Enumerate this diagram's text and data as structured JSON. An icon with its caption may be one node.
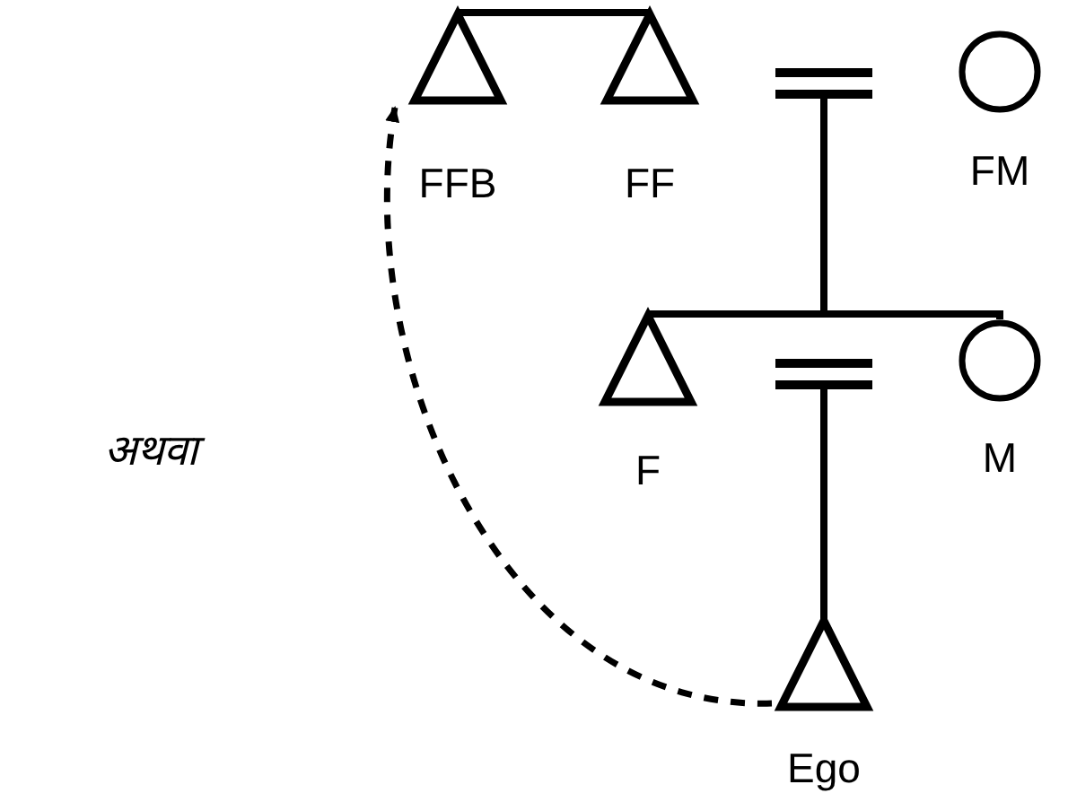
{
  "diagram": {
    "nodes": [
      {
        "text": [
          "FFB"
        ]
      },
      {
        "text": [
          "FF"
        ]
      },
      {
        "text": [],
        "shape": "bar"
      },
      {
        "text": [
          "FM"
        ]
      },
      {
        "text": [
          "F"
        ]
      },
      {
        "text": [],
        "shape": "bar"
      },
      {
        "text": [
          "M"
        ]
      },
      {
        "text": [
          "Ego"
        ]
      }
    ],
    "edges": [
      {
        "from": 0,
        "to": 1,
        "arrow": "none"
      },
      {
        "from": 2,
        "to": 4,
        "arrow": "none"
      },
      {
        "from": 2,
        "to": 6,
        "arrow": "none"
      },
      {
        "from": 5,
        "to": 7,
        "arrow": "none"
      },
      {
        "from": 7,
        "to": 0,
        "arrow": "to",
        "style": "dashed"
      }
    ],
    "labels": [
      "अथवा"
    ]
  }
}
